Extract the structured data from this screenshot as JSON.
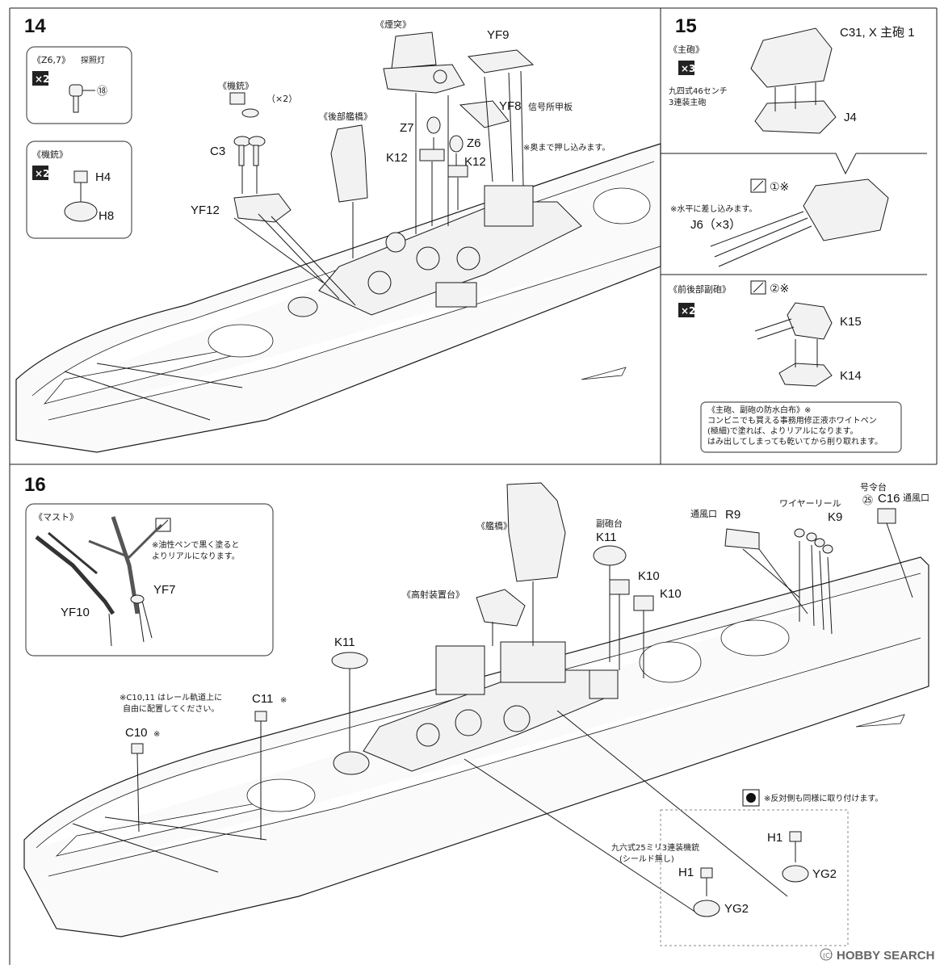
{
  "step14": {
    "number": "14",
    "inset_searchlight": {
      "title": "《Z6,7》",
      "subtitle": "探照灯",
      "qty": "×2",
      "ref": "⑱"
    },
    "inset_mg": {
      "title": "《機銃》",
      "qty": "×2",
      "parts": [
        "H4",
        "H8"
      ]
    },
    "callouts": {
      "mg": "《機銃》",
      "mg_qty": "（×2）",
      "aft_bridge": "《後部艦橋》",
      "funnel": "《煙突》",
      "c3": "C3",
      "yf12": "YF12",
      "k12a": "K12",
      "z7": "Z7",
      "z6": "Z6",
      "k12b": "K12",
      "yf9": "YF9",
      "yf8": "YF8",
      "yf8_desc": "信号所甲板",
      "note": "※奥まで押し込みます。"
    }
  },
  "step15": {
    "number": "15",
    "main_gun": {
      "title": "《主砲》",
      "qty": "×3",
      "desc1": "九四式46センチ",
      "desc2": "3連装主砲",
      "part_top": "C31, X 主砲 1",
      "part_base": "J4"
    },
    "paint1": {
      "ref": "①※",
      "note": "※水平に差し込みます。",
      "part": "J6（×3）"
    },
    "secondary": {
      "title": "《前後部副砲》",
      "qty": "×2",
      "ref": "②※",
      "part_top": "K15",
      "part_base": "K14"
    },
    "note_box": {
      "line1": "《主砲、副砲の防水白布》※",
      "line2": "コンビニでも買える事務用修正液ホワイトペン",
      "line3": "(極細)で塗れば、よりリアルになります。",
      "line4": "はみ出してしまっても乾いてから削り取れます。"
    }
  },
  "step16": {
    "number": "16",
    "mast": {
      "title": "《マスト》",
      "note1": "※油性ペンで黒く塗ると",
      "note2": "よりリアルになります。",
      "yf10": "YF10",
      "yf7": "YF7"
    },
    "callouts": {
      "bridge": "《艦橋》",
      "aa_director": "《高射装置台》",
      "sec_base": "副砲台",
      "k11_top": "K11",
      "k10a": "K10",
      "k10b": "K10",
      "k11_left": "K11",
      "vent_r9": "通風口",
      "r9": "R9",
      "wire": "ワイヤーリール",
      "k9": "K9",
      "cmd": "号令台",
      "cmd_ref": "㉕",
      "c16": "C16",
      "c16_desc": "通風口",
      "rail_note1": "※C10,11 はレール軌道上に",
      "rail_note2": "自由に配置してください。",
      "c11": "C11",
      "c11_mark": "※",
      "c10": "C10",
      "c10_mark": "※",
      "sym_note": "※反対側も同様に取り付けます。",
      "aa_gun1": "九六式25ミリ3連装機銃",
      "aa_gun2": "(シールド無し)",
      "h1a": "H1",
      "yg2a": "YG2",
      "h1b": "H1",
      "yg2b": "YG2"
    }
  },
  "watermark": "HOBBY SEARCH",
  "copyright": "(C)"
}
